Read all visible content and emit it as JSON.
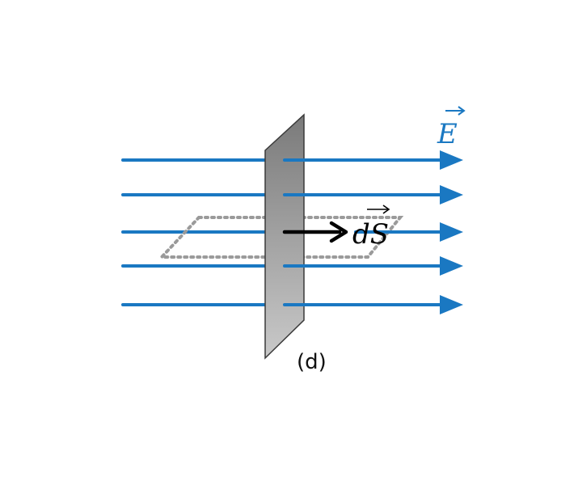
{
  "figure": {
    "field_label": "E",
    "area_vector_label": "dS",
    "caption": "(d)"
  },
  "colors": {
    "field_line": "#1a78c2",
    "plate_dark": "#7a7a7a",
    "plate_light": "#c9c9c9",
    "plate_edge": "#3a3a3a",
    "dotted_outline": "#9a9a9a",
    "area_vector": "#000000"
  },
  "field_lines": {
    "count": 5,
    "direction": "right"
  },
  "icons": {
    "field_line_arrowhead": "arrowhead-icon",
    "vector_accent": "overhead-arrow-icon"
  }
}
